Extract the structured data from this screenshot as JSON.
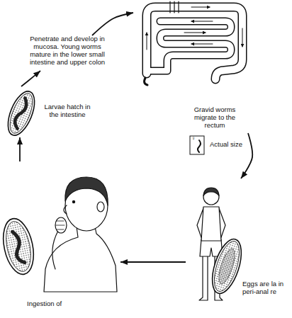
{
  "diagram": {
    "nodes": [
      {
        "text": [
          "Penetrate and develop in mucosa. Young worms mature in the lower small intestine and upper colon"
        ]
      },
      {
        "text": [
          "Gravid worms migrate to the rectum"
        ]
      },
      {
        "text": [
          "Eggs are la in peri-anal re"
        ]
      },
      {
        "text": [
          "Ingestion of"
        ]
      },
      {
        "text": [
          "Larvae hatch in the intestine"
        ]
      }
    ],
    "edges": [
      {
        "from": 0,
        "to": 1,
        "arrow": "to"
      },
      {
        "from": 1,
        "to": 2,
        "arrow": "to"
      },
      {
        "from": 2,
        "to": 3,
        "arrow": "to"
      },
      {
        "from": 3,
        "to": 4,
        "arrow": "to"
      },
      {
        "from": 4,
        "to": 0,
        "arrow": "to"
      }
    ],
    "labels": [
      "♀",
      "Actual size"
    ]
  }
}
